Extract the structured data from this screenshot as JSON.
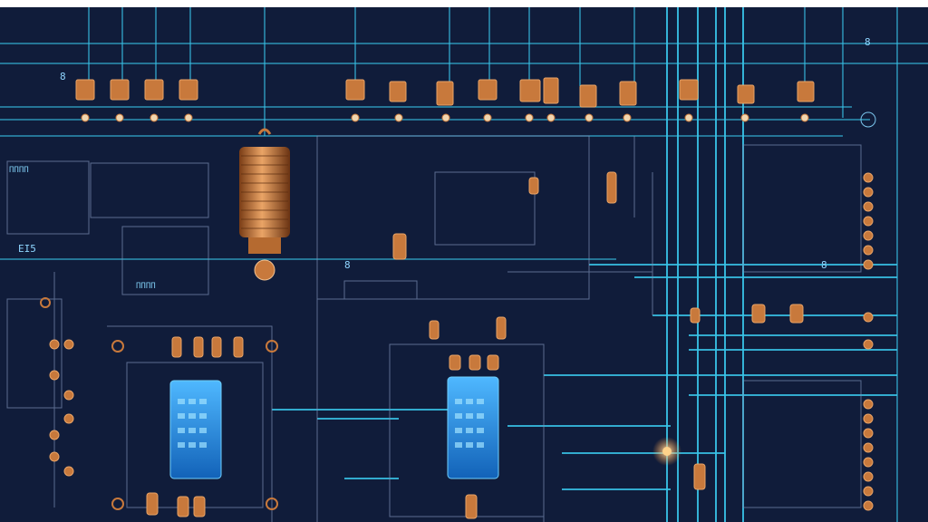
{
  "scene": {
    "description_visible_text": [],
    "colors": {
      "background": "#101c3a",
      "trace_primary": "#39c4e8",
      "trace_secondary": "#7b8fb5",
      "copper": "#c8793c",
      "copper_light": "#eaa466",
      "display_blue": "#1e8de0",
      "display_glow": "#6fd0ff",
      "label": "#8fd6ff"
    },
    "icons": [
      "resistor-icon",
      "coil-inductor-icon",
      "lcd-display-icon",
      "capacitor-icon",
      "lamp-icon"
    ]
  },
  "labels": {
    "l1": "8",
    "l2": "8",
    "l3": "EI5",
    "l4": "8",
    "l5": "ΠΠΠΠ",
    "l6": "8",
    "l7": "ΠΠΠΠ"
  }
}
